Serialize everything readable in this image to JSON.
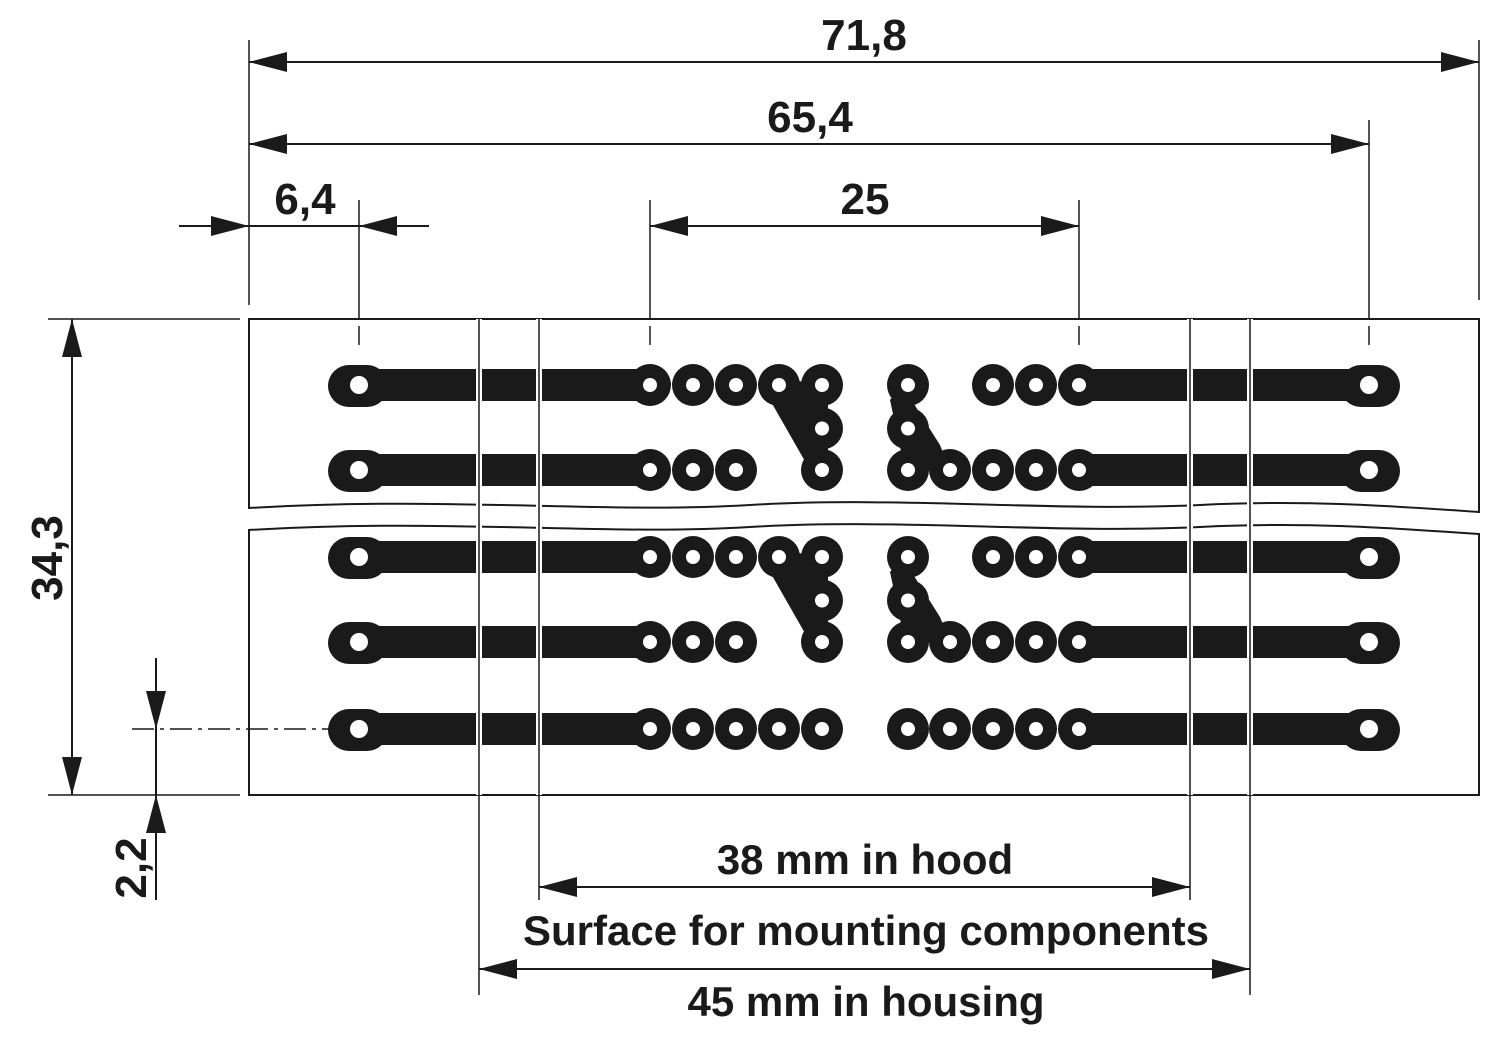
{
  "dimensions": {
    "overall_width": "71,8",
    "pitch_span": "65,4",
    "edge_offset": "6,4",
    "center_span": "25",
    "height": "34,3",
    "bottom_offset": "2,2"
  },
  "labels": {
    "hood": "38 mm in hood",
    "surface": "Surface for mounting components",
    "housing": "45 mm in housing"
  }
}
